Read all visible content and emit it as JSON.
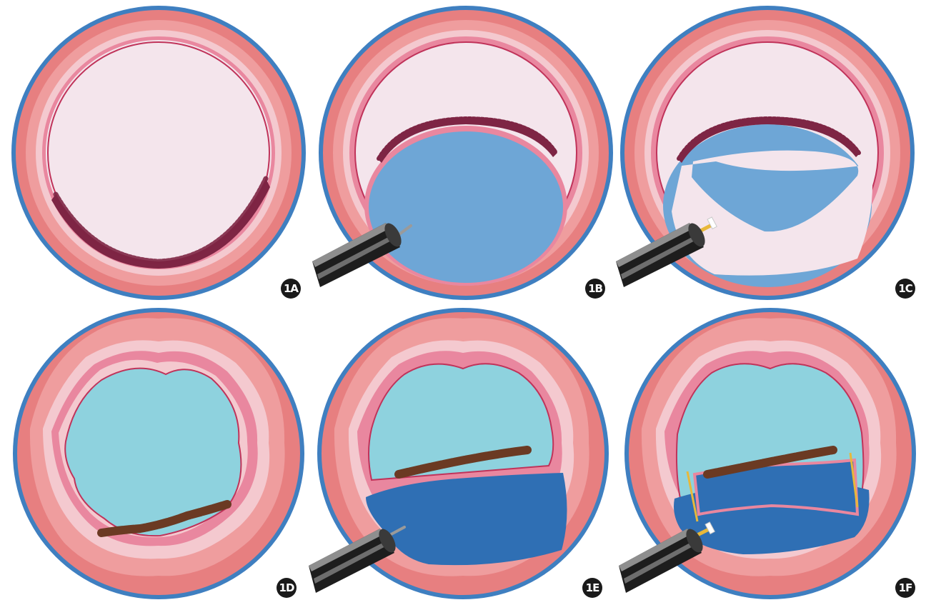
{
  "colors": {
    "outer_ring": "#3f7fc0",
    "wall_outer": "#e77f80",
    "wall_mid": "#ef9d9e",
    "wall_light": "#f4c9cf",
    "mucosa_pink": "#e9879f",
    "lumen_light": "#f4e5ec",
    "lumen_line": "#c0335a",
    "lesion_dark": "#7e2544",
    "injected_lift": "#6ea6d6",
    "lumen_cyan": "#8ed2de",
    "injected_dark": "#2f6fb4",
    "lesion_brown": "#6b3a23",
    "scope_black": "#1d1d1d",
    "scope_gray": "#8e8e8e",
    "knife_yellow": "#e8b83a",
    "label_circle": "#1a1a1a"
  },
  "icons": {
    "endoscope": "endoscope-icon",
    "injection_needle": "injection-needle-icon",
    "knife": "electrosurgical-knife-icon"
  },
  "panels": [
    {
      "id": "1A",
      "label": "1A"
    },
    {
      "id": "1B",
      "label": "1B"
    },
    {
      "id": "1C",
      "label": "1C"
    },
    {
      "id": "1D",
      "label": "1D"
    },
    {
      "id": "1E",
      "label": "1E"
    },
    {
      "id": "1F",
      "label": "1F"
    }
  ]
}
